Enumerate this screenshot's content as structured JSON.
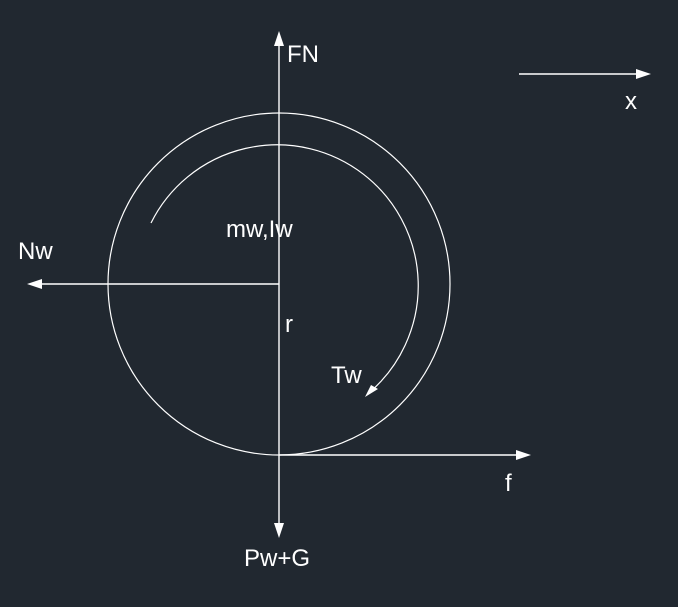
{
  "labels": {
    "fn": "FN",
    "x": "x",
    "mw_iw": "mw,Iw",
    "nw": "Nw",
    "r": "r",
    "tw": "Tw",
    "f": "f",
    "pw_g": "Pw+G"
  },
  "colors": {
    "background": "#212830",
    "stroke": "#ffffff",
    "text": "#ffffff"
  }
}
